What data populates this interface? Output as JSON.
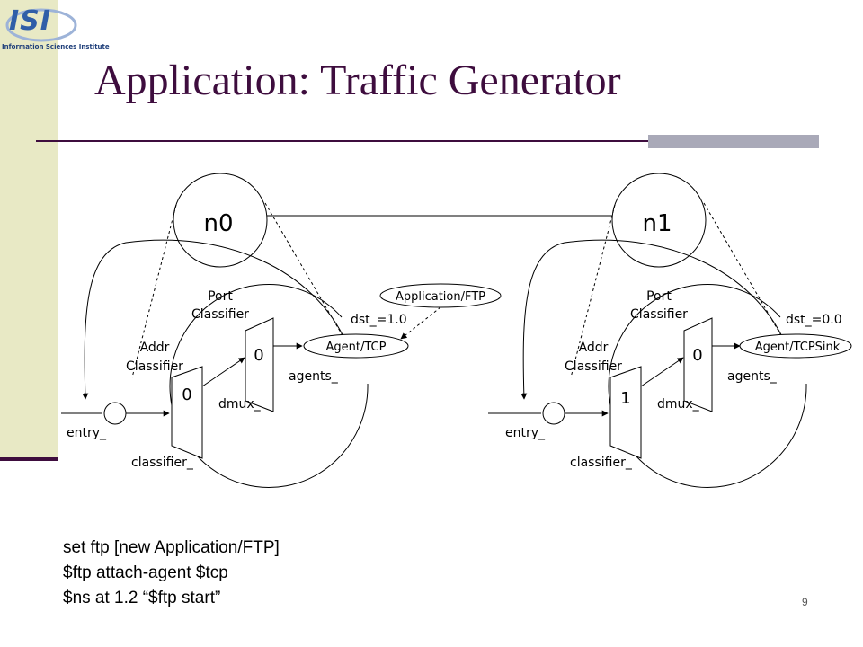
{
  "logo": {
    "name": "ISI",
    "subtitle": "Information Sciences Institute"
  },
  "title": "Application: Traffic Generator",
  "diagram": {
    "nodes": [
      {
        "label": "n0",
        "port_classifier_label": [
          "Port",
          "Classifier"
        ],
        "addr_classifier_label": [
          "Addr",
          "Classifier"
        ],
        "addr_slot": "0",
        "port_slot": "0",
        "entry_label": "entry_",
        "classifier_label": "classifier_",
        "dmux_label": "dmux_",
        "agents_label": "agents_",
        "agent_label": "Agent/TCP",
        "dst_label": "dst_=1.0"
      },
      {
        "label": "n1",
        "port_classifier_label": [
          "Port",
          "Classifier"
        ],
        "addr_classifier_label": [
          "Addr",
          "Classifier"
        ],
        "addr_slot": "1",
        "port_slot": "0",
        "entry_label": "entry_",
        "classifier_label": "classifier_",
        "dmux_label": "dmux_",
        "agents_label": "agents_",
        "agent_label": "Agent/TCPSink",
        "dst_label": "dst_=0.0"
      }
    ],
    "application_label": "Application/FTP"
  },
  "code_lines": [
    "set ftp [new Application/FTP]",
    "$ftp attach-agent $tcp",
    "$ns at 1.2 “$ftp start”"
  ],
  "slide_number": "9",
  "colors": {
    "title": "#3e0d3e",
    "sidebar": "#e8e9c5",
    "rule_block": "#a9a9b8",
    "logo": "#2f5ea8"
  }
}
